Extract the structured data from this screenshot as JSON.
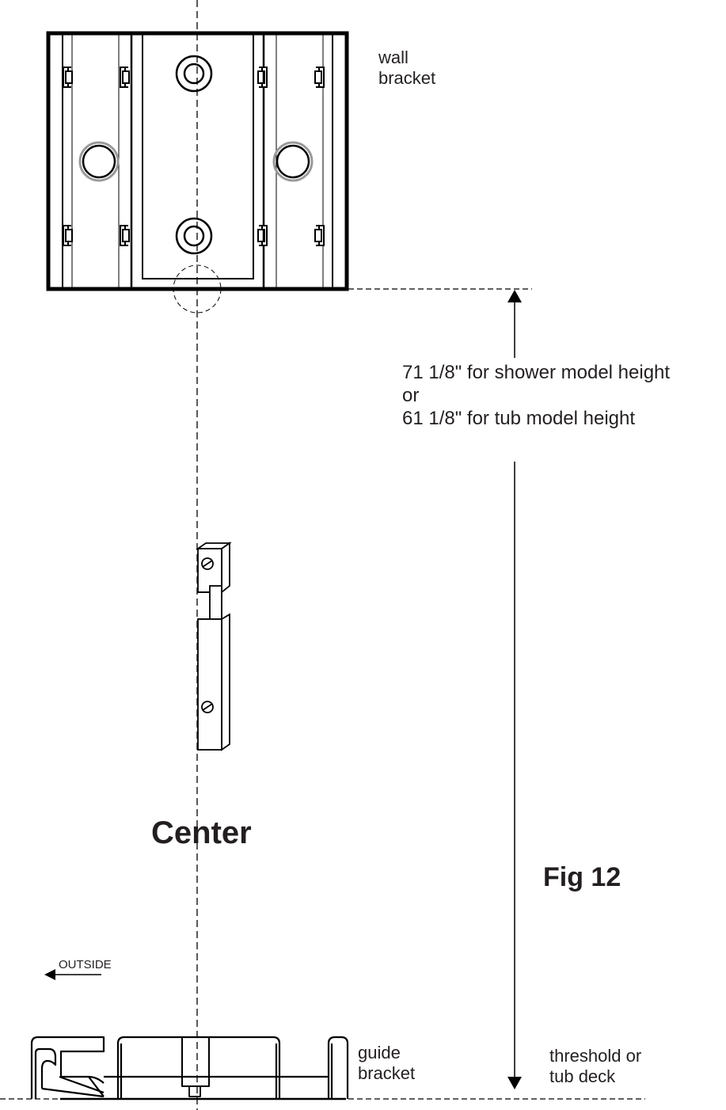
{
  "labels": {
    "wall_bracket": [
      "wall",
      "bracket"
    ],
    "dimension": [
      "71 1/8\" for shower model height",
      "or",
      "61 1/8\" for tub model height"
    ],
    "center": "Center",
    "figure": "Fig 12",
    "outside": "OUTSIDE",
    "guide_bracket": [
      "guide",
      "bracket"
    ],
    "threshold": [
      "threshold or",
      "tub deck"
    ]
  },
  "colors": {
    "ink": "#231f20",
    "outline": "#000000",
    "halo": "#9a9a9a",
    "background": "#ffffff"
  }
}
